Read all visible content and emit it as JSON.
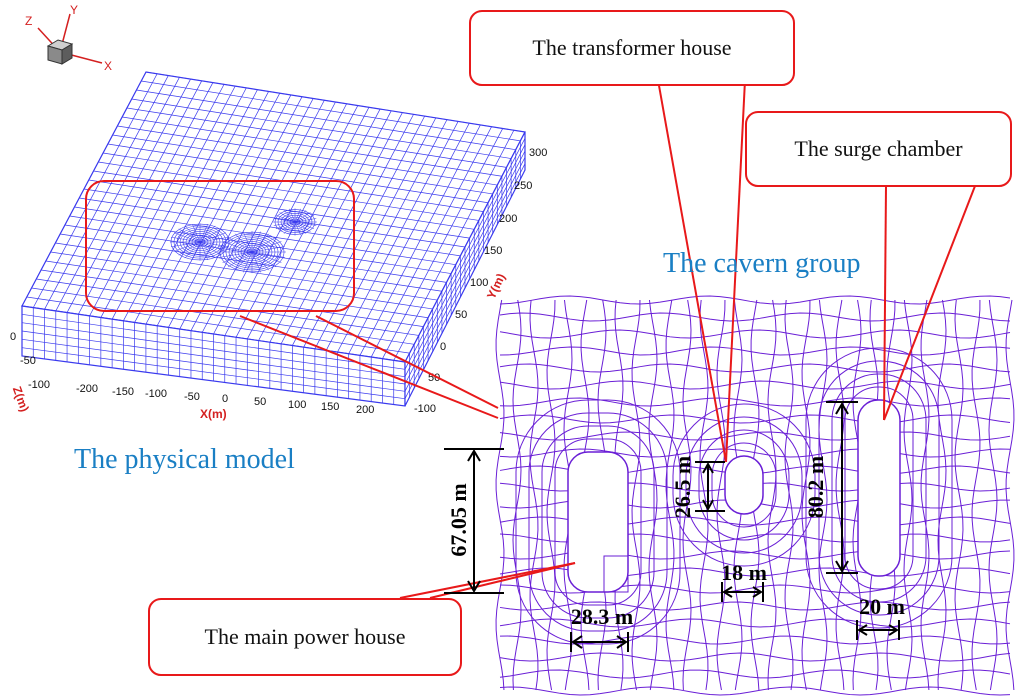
{
  "labels": {
    "transformer_house": "The transformer house",
    "surge_chamber": "The surge chamber",
    "cavern_group": "The cavern group",
    "physical_model": "The physical model",
    "main_power_house": "The main power house"
  },
  "dimensions": {
    "main_height": "67.05 m",
    "main_width": "28.3 m",
    "transformer_height": "26.5 m",
    "transformer_width": "18 m",
    "surge_height": "80.2 m",
    "surge_width": "20 m"
  },
  "axes": {
    "triad": {
      "x": "X",
      "y": "Y",
      "z": "Z"
    },
    "x_name": "X(m)",
    "y_name": "Y(m)",
    "z_name": "Z(m)",
    "x_ticks": [
      "-200",
      "-150",
      "-100",
      "-50",
      "0",
      "50",
      "100",
      "150",
      "200"
    ],
    "y_ticks": [
      "300",
      "250",
      "200",
      "150",
      "100",
      "50",
      "0"
    ],
    "z_ticks": [
      "0",
      "-50",
      "-100"
    ],
    "z_right_ticks": [
      "50",
      "-100"
    ]
  },
  "colors": {
    "mesh": "#3a3aee",
    "mesh_right": "#6a1fd6",
    "callout_border": "#e8191a",
    "heading": "#1a7fc4"
  }
}
